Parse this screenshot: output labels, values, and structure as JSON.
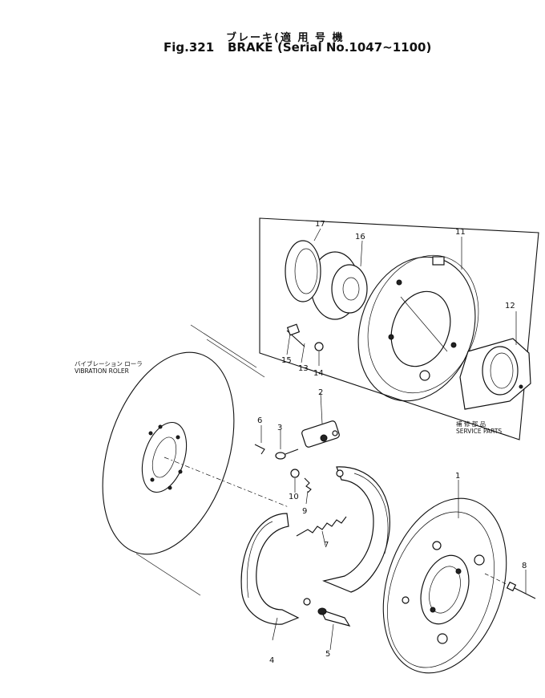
{
  "header": {
    "title_jp": "ブレーキ(適 用 号 機",
    "fig": "Fig.321",
    "title_en": "BRAKE",
    "serial": "(Serial No.1047~1100)"
  },
  "captions": {
    "roller_jp": "バイブレーション ローラ",
    "roller_en": "VIBRATION ROLER",
    "service_jp": "補 修 部 品",
    "service_en": "SERVICE PARTS"
  },
  "callouts": [
    "1",
    "2",
    "3",
    "4",
    "5",
    "6",
    "7",
    "8",
    "9",
    "10",
    "11",
    "12",
    "13",
    "14",
    "15",
    "16",
    "17"
  ]
}
